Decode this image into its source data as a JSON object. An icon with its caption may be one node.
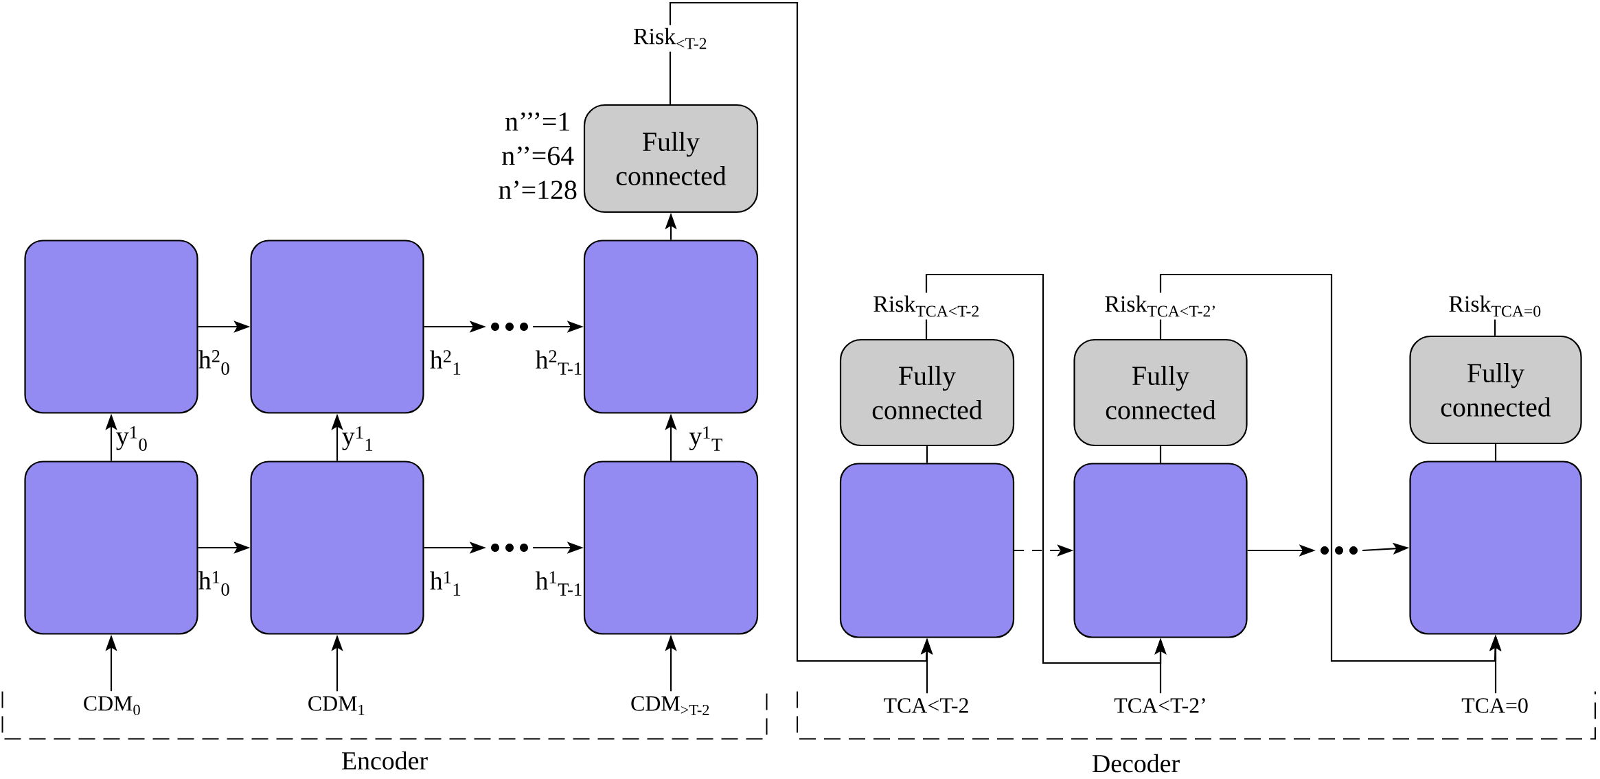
{
  "diagram": {
    "nodes": [
      {
        "text": [
          "Risk$_{<T-2}$"
        ]
      },
      {
        "text": [
          "Fully connected"
        ],
        "beside": [
          "n’’’=1",
          "n’’=64",
          "n’=128"
        ]
      },
      {
        "text": [],
        "shape": "box"
      },
      {
        "text": [],
        "shape": "box"
      },
      {
        "text": [],
        "shape": "box"
      },
      {
        "text": [],
        "shape": "dots"
      },
      {
        "text": [],
        "shape": "box"
      },
      {
        "text": [],
        "shape": "box"
      },
      {
        "text": [],
        "shape": "box"
      },
      {
        "text": [],
        "shape": "dots"
      },
      {
        "text": [
          "Encoder"
        ]
      },
      {
        "text": [
          "CDM$_{0}$"
        ],
        "in": 10
      },
      {
        "text": [
          "CDM$_{1}$"
        ],
        "in": 10
      },
      {
        "text": [
          "CDM$_{>T-2}$"
        ],
        "in": 10
      },
      {
        "text": [
          "Risk$_{TCA<T-2}$"
        ]
      },
      {
        "text": [
          "Fully connected"
        ]
      },
      {
        "text": [],
        "shape": "box"
      },
      {
        "text": [
          "Risk$_{TCA<T-2’}$"
        ]
      },
      {
        "text": [
          "Fully connected"
        ]
      },
      {
        "text": [],
        "shape": "box"
      },
      {
        "text": [],
        "shape": "dots"
      },
      {
        "text": [
          "Risk$_{TCA=0}$"
        ]
      },
      {
        "text": [
          "Fully connected"
        ]
      },
      {
        "text": [],
        "shape": "box"
      },
      {
        "text": [
          "Decoder"
        ]
      },
      {
        "text": [
          "TCA<T-2"
        ],
        "in": 24
      },
      {
        "text": [
          "TCA<T-2’"
        ],
        "in": 24
      },
      {
        "text": [
          "TCA=0"
        ],
        "in": 24
      }
    ],
    "edges": [
      {
        "from": 2,
        "to": 3,
        "arrow": "to",
        "label": "h$^{2}$$_{0}$"
      },
      {
        "from": 3,
        "to": 5,
        "arrow": "to",
        "label": "h$^{2}$$_{1}$"
      },
      {
        "from": 5,
        "to": 4,
        "arrow": "to",
        "label": "h$^{2}$$_{T-1}$"
      },
      {
        "from": 6,
        "to": 7,
        "arrow": "to",
        "label": "h$^{1}$$_{0}$"
      },
      {
        "from": 7,
        "to": 9,
        "arrow": "to",
        "label": "h$^{1}$$_{1}$"
      },
      {
        "from": 9,
        "to": 8,
        "arrow": "to",
        "label": "h$^{1}$$_{T-1}$"
      },
      {
        "from": 6,
        "to": 2,
        "arrow": "to",
        "label": "y$^{1}$$_{0}$"
      },
      {
        "from": 7,
        "to": 3,
        "arrow": "to",
        "label": "y$^{1}$$_{1}$"
      },
      {
        "from": 8,
        "to": 4,
        "arrow": "to",
        "label": "y$^{1}$$_{T}$"
      },
      {
        "from": 11,
        "to": 6,
        "arrow": "to"
      },
      {
        "from": 12,
        "to": 7,
        "arrow": "to"
      },
      {
        "from": 13,
        "to": 8,
        "arrow": "to"
      },
      {
        "from": 4,
        "to": 1,
        "arrow": "to"
      },
      {
        "from": 1,
        "to": 0,
        "arrow": "none"
      },
      {
        "from": 0,
        "to": 16,
        "arrow": "to"
      },
      {
        "from": 16,
        "to": 15,
        "arrow": "none"
      },
      {
        "from": 15,
        "to": 14,
        "arrow": "none"
      },
      {
        "from": 14,
        "to": 19,
        "arrow": "to"
      },
      {
        "from": 19,
        "to": 18,
        "arrow": "none"
      },
      {
        "from": 18,
        "to": 17,
        "arrow": "none"
      },
      {
        "from": 17,
        "to": 23,
        "arrow": "to"
      },
      {
        "from": 23,
        "to": 22,
        "arrow": "none"
      },
      {
        "from": 22,
        "to": 21,
        "arrow": "none"
      },
      {
        "from": 16,
        "to": 19,
        "arrow": "to",
        "style": "dashed"
      },
      {
        "from": 19,
        "to": 20,
        "arrow": "to"
      },
      {
        "from": 20,
        "to": 23,
        "arrow": "to"
      },
      {
        "from": 25,
        "to": 16,
        "arrow": "to"
      },
      {
        "from": 26,
        "to": 19,
        "arrow": "to"
      },
      {
        "from": 27,
        "to": 23,
        "arrow": "to"
      }
    ]
  }
}
